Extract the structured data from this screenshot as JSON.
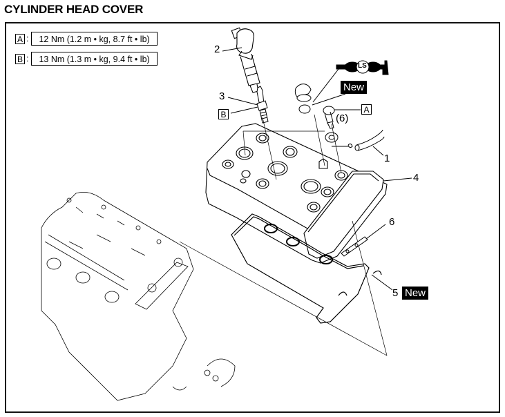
{
  "header": {
    "title": "CYLINDER HEAD COVER"
  },
  "torque_specs": [
    {
      "key": "A",
      "value": "12 Nm (1.2 m • kg, 8.7 ft • lb)"
    },
    {
      "key": "B",
      "value": "13 Nm (1.3 m • kg, 9.4 ft • lb)"
    }
  ],
  "callouts": {
    "part_1": "1",
    "part_2": "2",
    "part_3": "3",
    "part_4": "4",
    "part_5": "5",
    "part_6": "(6)",
    "part_6b": "6",
    "key_a": "A",
    "key_b": "B",
    "new_label": "New",
    "ls_symbol": "LS"
  },
  "colors": {
    "ink": "#000000",
    "paper": "#ffffff"
  }
}
